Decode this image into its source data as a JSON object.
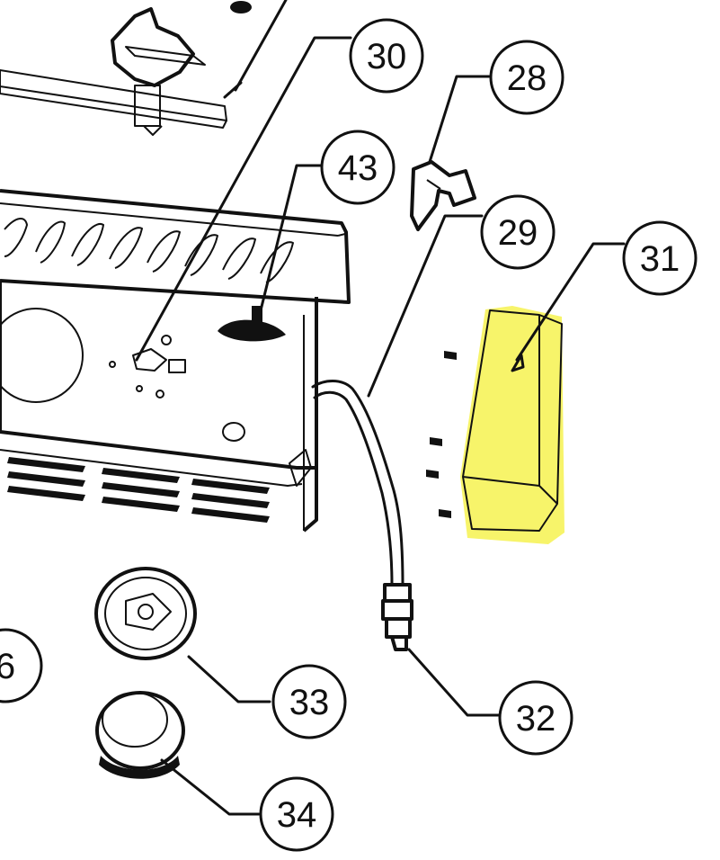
{
  "diagram": {
    "highlight_color": "#f7f46a",
    "line_color": "#111111",
    "callouts": [
      {
        "id": "30",
        "label": "30"
      },
      {
        "id": "28",
        "label": "28"
      },
      {
        "id": "43",
        "label": "43"
      },
      {
        "id": "29",
        "label": "29"
      },
      {
        "id": "31",
        "label": "31"
      },
      {
        "id": "6",
        "label": "6"
      },
      {
        "id": "33",
        "label": "33"
      },
      {
        "id": "32",
        "label": "32"
      },
      {
        "id": "34",
        "label": "34"
      }
    ]
  }
}
